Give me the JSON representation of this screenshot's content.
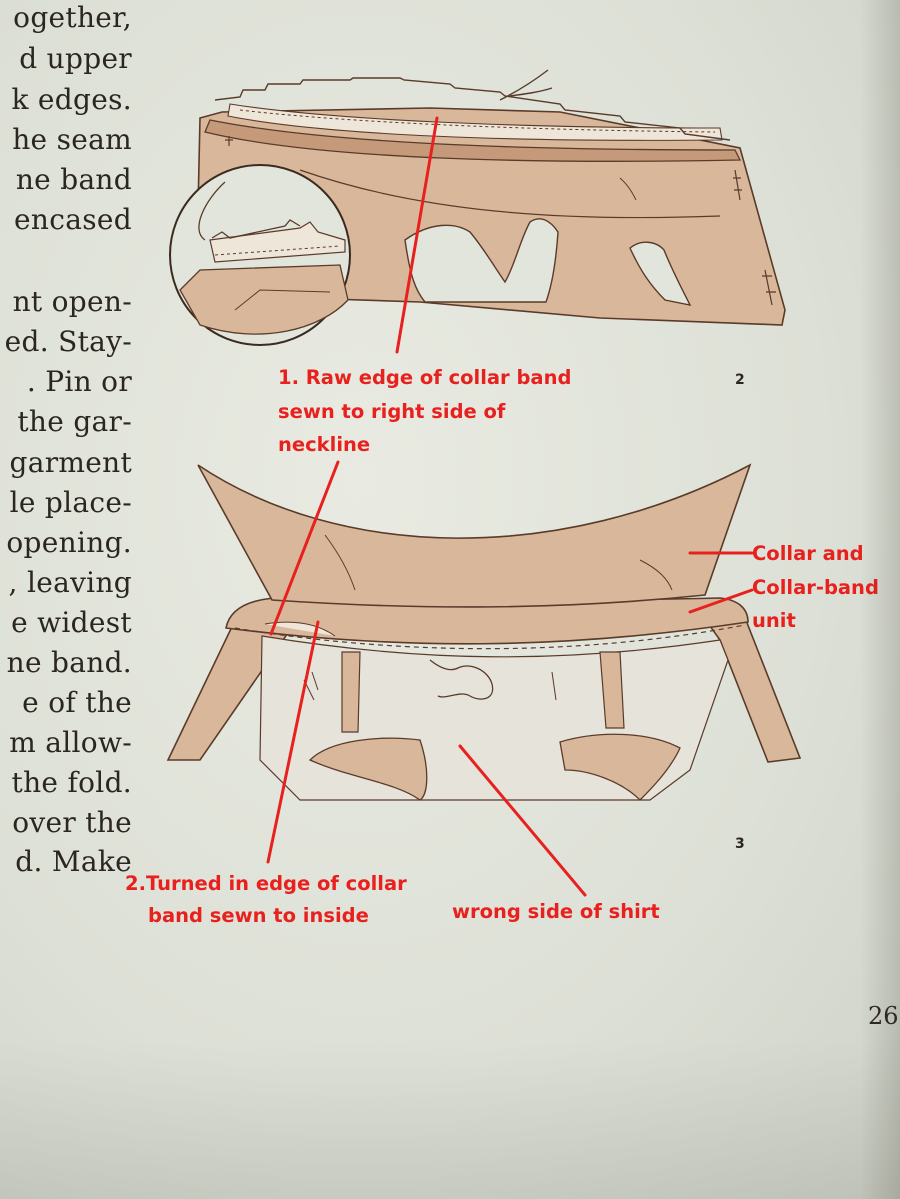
{
  "body_text": {
    "lines": [
      "ogether,",
      "d upper",
      "k edges.",
      "he seam",
      "ne band",
      "encased",
      "nt open-",
      "ed. Stay-",
      ". Pin or",
      "the gar-",
      "garment",
      "le place-",
      "opening.",
      ", leaving",
      "e widest",
      "ne band.",
      "e of the",
      "m allow-",
      "the fold.",
      "over the",
      "d. Make"
    ]
  },
  "figure_labels": {
    "fig2": "2",
    "fig3": "3"
  },
  "annotations": {
    "raw_edge": {
      "lines": [
        "1. Raw edge of collar band",
        "sewn to right side of",
        "neckline"
      ]
    },
    "turned_edge": {
      "lines": [
        "2.Turned in edge of collar",
        "band sewn to inside"
      ]
    },
    "collar_unit": {
      "lines": [
        "Collar and",
        "Collar-band",
        "unit"
      ]
    },
    "wrong_side": {
      "lines": [
        "wrong side of shirt"
      ]
    }
  },
  "page_number": "26",
  "colors": {
    "annotation_red": "#e8201e",
    "fabric_tan": "#d9b79a",
    "ink": "#2b2622",
    "paper": "#e2e5dc"
  }
}
